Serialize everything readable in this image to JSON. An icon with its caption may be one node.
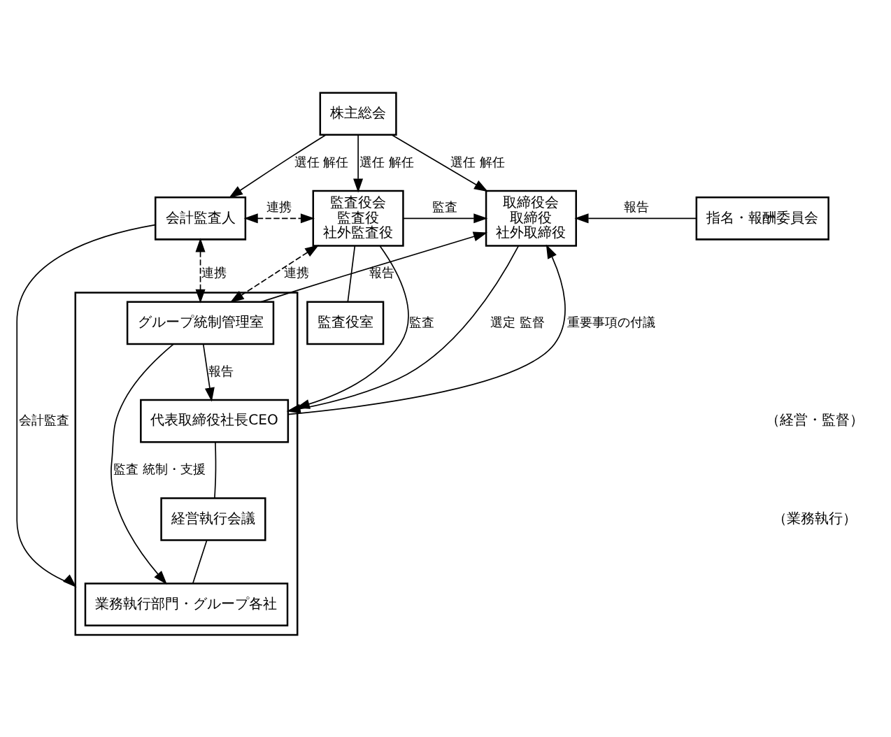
{
  "diagram": {
    "nodes": [
      {
        "text": [
          "株主総会"
        ]
      },
      {
        "text": [
          "会計監査人"
        ]
      },
      {
        "text": [
          "監査役会",
          "監査役",
          "社外監査役"
        ]
      },
      {
        "text": [
          "監査役室"
        ]
      },
      {
        "text": [
          "取締役会",
          "取締役",
          "社外取締役"
        ]
      },
      {
        "text": [
          "指名・報酬委員会"
        ]
      },
      {
        "text": [],
        "shape": "box"
      },
      {
        "text": [
          "グループ統制管理室"
        ],
        "in": 6
      },
      {
        "text": [
          "代表取締役社長CEO"
        ],
        "in": 6
      },
      {
        "text": [
          "経営執行会議"
        ],
        "in": 6
      },
      {
        "text": [
          "業務執行部門・グループ各社"
        ],
        "in": 6
      }
    ],
    "edges": [
      {
        "from": 0,
        "to": 1,
        "arrow": "to",
        "label": "選任 解任"
      },
      {
        "from": 0,
        "to": 2,
        "arrow": "to",
        "label": "選任 解任"
      },
      {
        "from": 0,
        "to": 4,
        "arrow": "to",
        "label": "選任 解任"
      },
      {
        "from": 1,
        "to": 2,
        "arrow": "both",
        "label": "連携",
        "style": "dashed"
      },
      {
        "from": 2,
        "to": 4,
        "arrow": "to",
        "label": "監査"
      },
      {
        "from": 5,
        "to": 4,
        "arrow": "to",
        "label": "報告"
      },
      {
        "from": 2,
        "to": 3,
        "arrow": "none"
      },
      {
        "from": 2,
        "to": 6,
        "arrow": "to",
        "label": "監査"
      },
      {
        "from": 2,
        "to": 7,
        "arrow": "both",
        "label": "連携",
        "style": "dashed"
      },
      {
        "from": 7,
        "to": 4,
        "arrow": "to",
        "label": "報告"
      },
      {
        "from": 7,
        "to": 8,
        "arrow": "to",
        "label": "報告"
      },
      {
        "from": 4,
        "to": 8,
        "arrow": "to",
        "label": "選定 監督"
      },
      {
        "from": 8,
        "to": 4,
        "arrow": "to",
        "label": "重要事項の付議"
      },
      {
        "from": 1,
        "to": 6,
        "arrow": "to",
        "label": "会計監査"
      },
      {
        "from": 1,
        "to": 7,
        "arrow": "both",
        "label": "連携",
        "style": "dashed"
      },
      {
        "from": 7,
        "to": 10,
        "arrow": "to",
        "label": "監査 統制・支援"
      },
      {
        "from": 8,
        "to": 9,
        "arrow": "none"
      },
      {
        "from": 9,
        "to": 10,
        "arrow": "none"
      }
    ],
    "labels": [
      "（経営・監督）",
      "（業務執行）"
    ]
  }
}
